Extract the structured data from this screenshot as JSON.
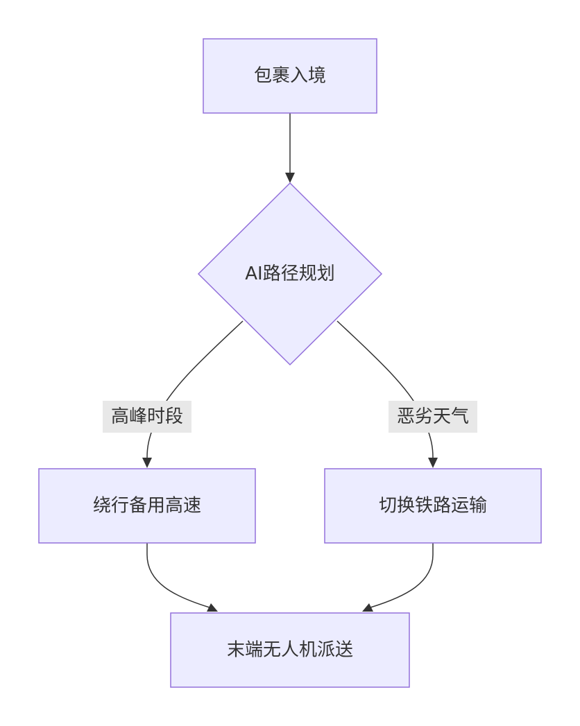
{
  "colors": {
    "node_fill": "#ECECFF",
    "node_stroke": "#9370DB",
    "edge": "#333333",
    "label_bg": "#E8E8E8",
    "text": "#333333"
  },
  "nodes": {
    "start": {
      "label": "包裹入境"
    },
    "decision": {
      "label": "AI路径规划"
    },
    "left": {
      "label": "绕行备用高速"
    },
    "right": {
      "label": "切换铁路运输"
    },
    "end": {
      "label": "末端无人机派送"
    }
  },
  "edges": {
    "start_to_decision": {
      "label": ""
    },
    "decision_to_left": {
      "label": "高峰时段"
    },
    "decision_to_right": {
      "label": "恶劣天气"
    },
    "left_to_end": {
      "label": ""
    },
    "right_to_end": {
      "label": ""
    }
  }
}
